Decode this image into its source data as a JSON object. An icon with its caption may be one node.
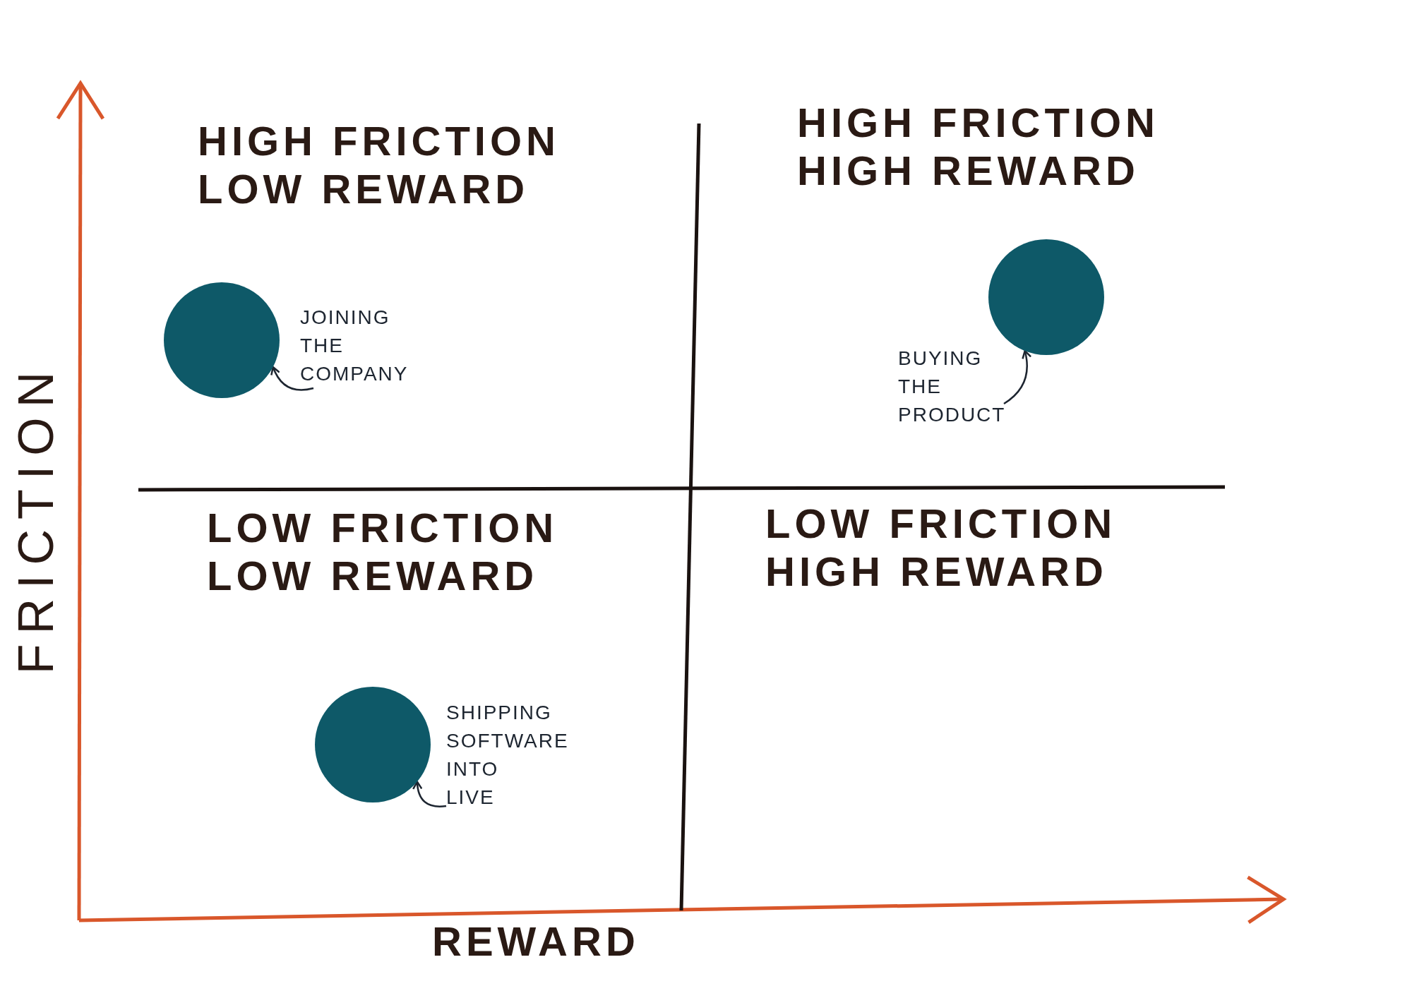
{
  "diagram": {
    "nodes": [
      {
        "text": [],
        "shape": "circle"
      },
      {
        "text": [
          "JOINING THE COMPANY"
        ]
      },
      {
        "text": [],
        "shape": "circle"
      },
      {
        "text": [
          "BUYING THE PRODUCT"
        ]
      },
      {
        "text": [],
        "shape": "circle"
      },
      {
        "text": [
          "SHIPPING SOFTWARE INTO LIVE"
        ]
      }
    ],
    "edges": [
      {
        "from": 1,
        "to": 0,
        "arrow": "to"
      },
      {
        "from": 3,
        "to": 2,
        "arrow": "to"
      },
      {
        "from": 5,
        "to": 4,
        "arrow": "to"
      }
    ],
    "labels": [
      "HIGH FRICTION LOW REWARD",
      "HIGH FRICTION HIGH REWARD",
      "LOW FRICTION LOW REWARD",
      "LOW FRICTION HIGH REWARD",
      "FRICTION",
      "REWARD"
    ]
  }
}
